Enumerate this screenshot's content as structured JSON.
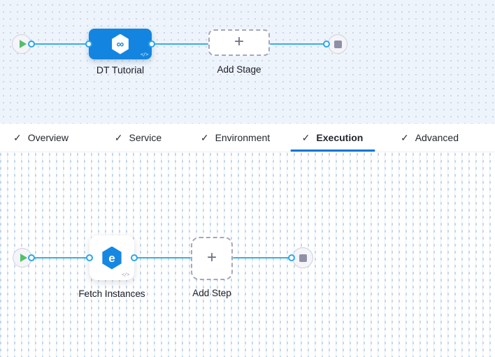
{
  "icons": {
    "check": "✓",
    "plus": "+",
    "infinity": "∞",
    "code": "</>",
    "fetch_letter": "e"
  },
  "colors": {
    "canvas_top_bg": "#eef4fb",
    "edge_blue": "#39aee8",
    "stage_node_blue": "#1385e0",
    "active_tab_underline": "#0278d5",
    "play_green": "#52c06a",
    "end_square_gray": "#8e90a6"
  },
  "stage_canvas": {
    "stage": {
      "label": "DT Tutorial"
    },
    "add_stage": {
      "label": "Add Stage"
    }
  },
  "tabs": {
    "items": [
      {
        "label": "Overview",
        "checked": true,
        "active": false
      },
      {
        "label": "Service",
        "checked": true,
        "active": false
      },
      {
        "label": "Environment",
        "checked": true,
        "active": false
      },
      {
        "label": "Execution",
        "checked": true,
        "active": true
      },
      {
        "label": "Advanced",
        "checked": true,
        "active": false
      }
    ]
  },
  "execution_canvas": {
    "step": {
      "label": "Fetch Instances"
    },
    "add_step": {
      "label": "Add Step"
    }
  }
}
